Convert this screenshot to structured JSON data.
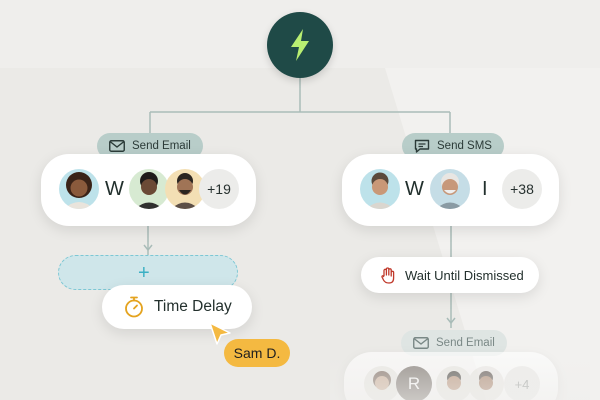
{
  "flow": {
    "trigger": {
      "icon": "lightning-icon"
    },
    "left_branch": {
      "step_tag": {
        "label": "Send Email",
        "icon": "envelope-icon"
      },
      "audience": {
        "letter": "W",
        "extra_count": "+19"
      },
      "drop_zone": {
        "icon": "plus-icon"
      },
      "dragged_step": {
        "label": "Time Delay",
        "icon": "stopwatch-icon"
      },
      "cursor": {
        "user": "Sam D."
      }
    },
    "right_branch": {
      "step_tag": {
        "label": "Send SMS",
        "icon": "chat-bubble-icon"
      },
      "audience": {
        "letter_1": "W",
        "letter_2": "I",
        "extra_count": "+38"
      },
      "wait_step": {
        "label": "Wait Until Dismissed",
        "icon": "hand-icon"
      },
      "next_tag": {
        "label": "Send Email",
        "icon": "envelope-icon"
      },
      "next_audience": {
        "letter": "R",
        "extra_count": "+4"
      }
    }
  },
  "colors": {
    "trigger": "#1f4a47",
    "tag": "#b8cdc9",
    "drop_zone": "#cfe6ea",
    "cursor": "#f4b941",
    "stopwatch": "#e4a31f",
    "hand": "#c0392b"
  }
}
